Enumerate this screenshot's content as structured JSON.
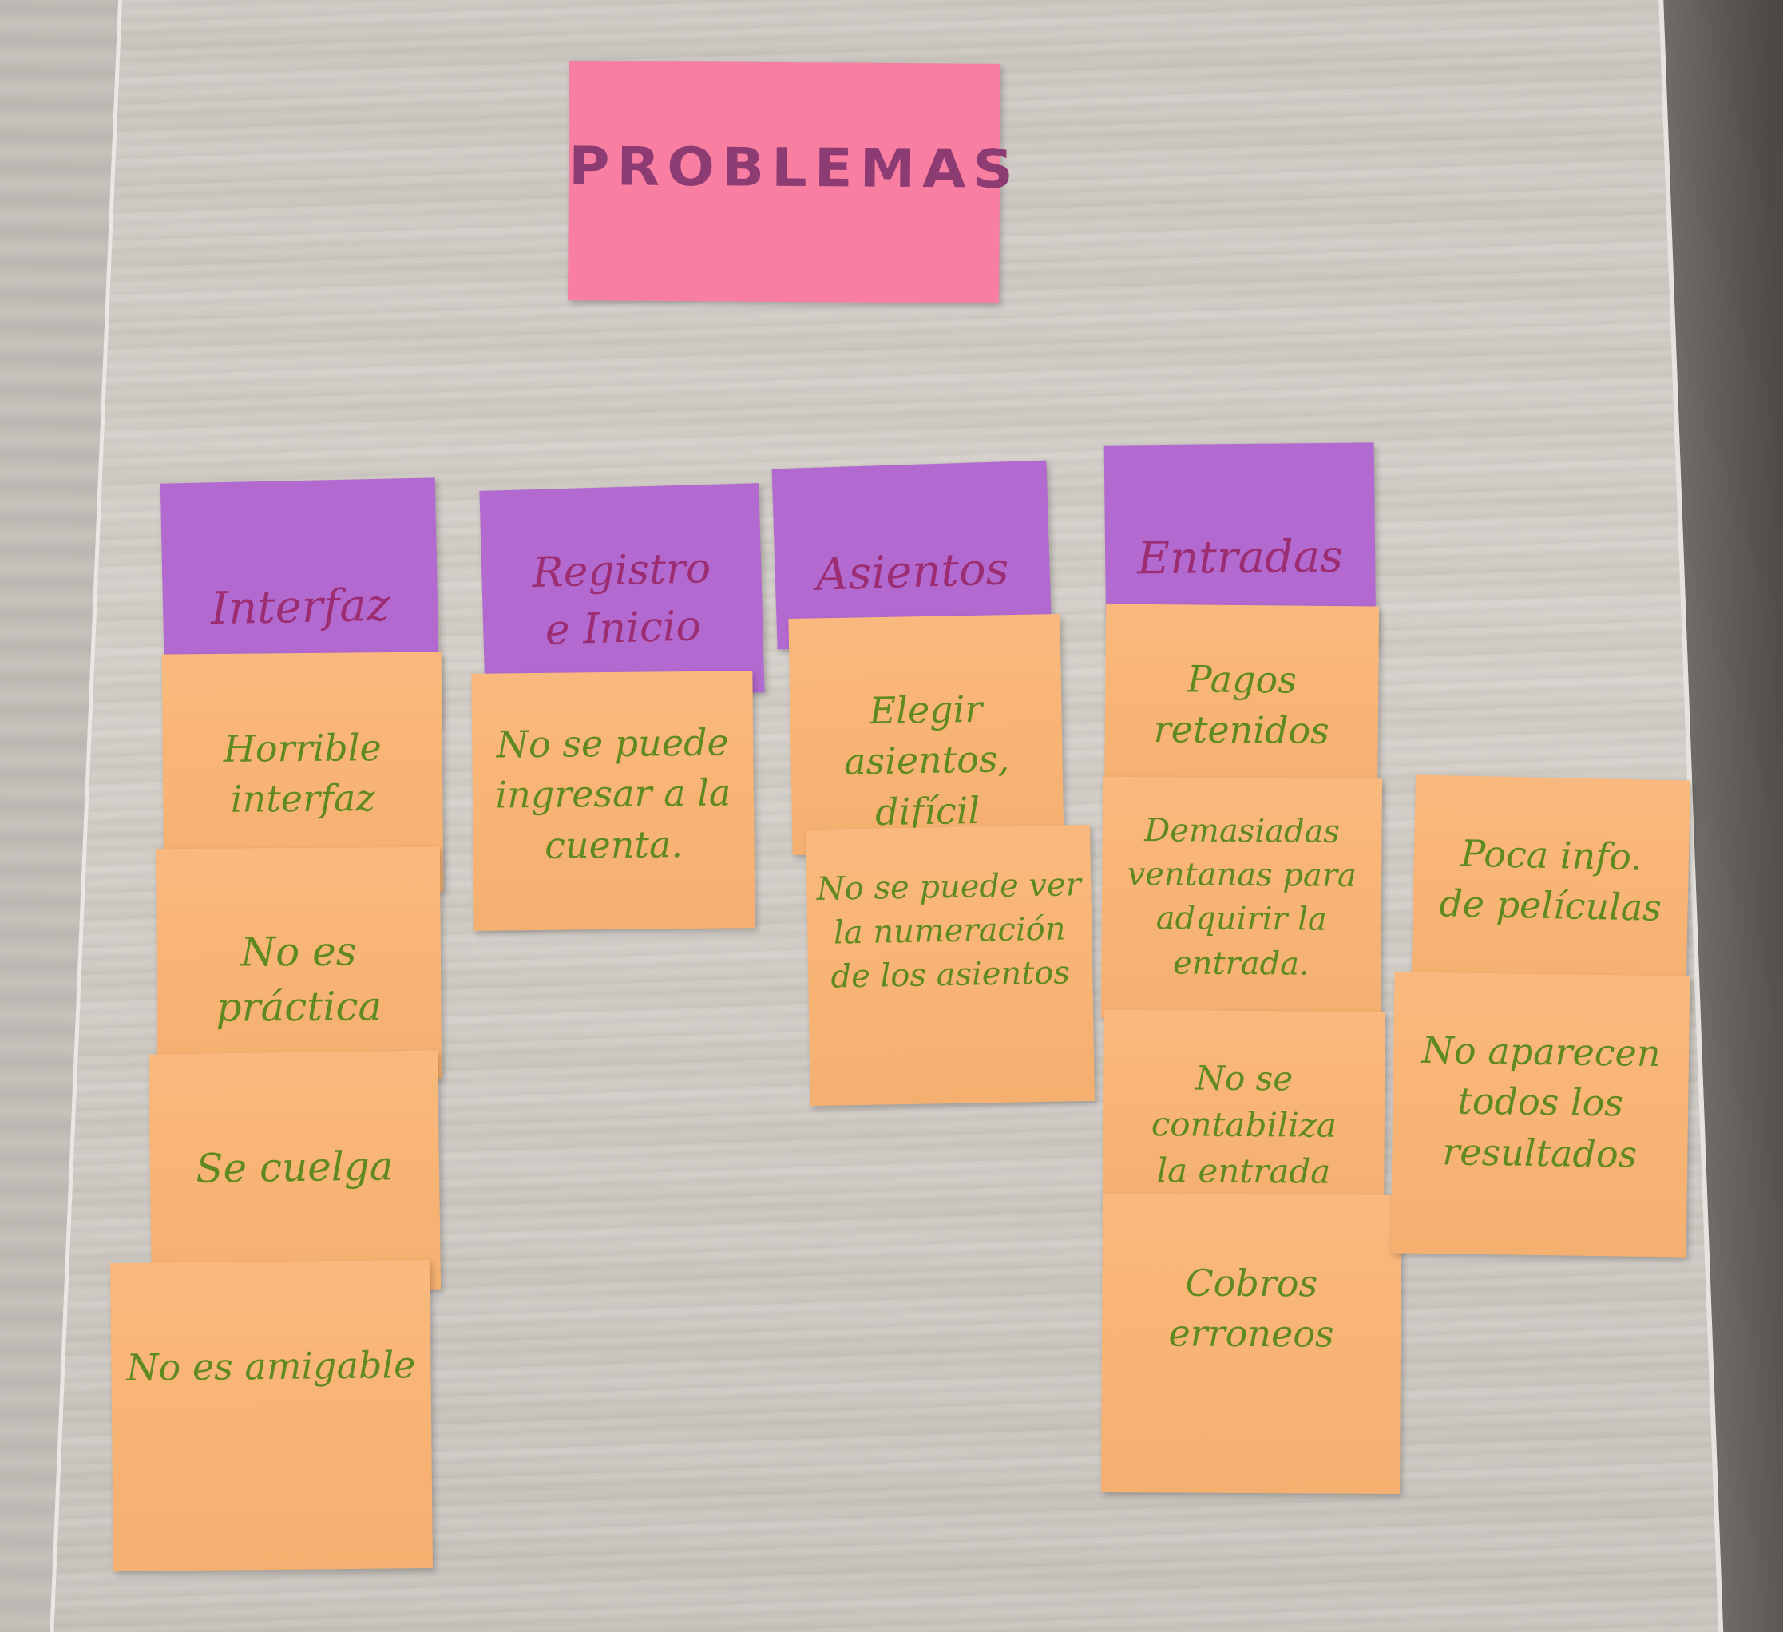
{
  "title": "PROBLEMAS",
  "categories": [
    {
      "label": "Interfaz",
      "issues": [
        "Horrible\ninterfaz",
        "No es\npráctica",
        "Se cuelga",
        "No es amigable"
      ]
    },
    {
      "label": "Registro\ne Inicio",
      "issues": [
        "No se puede\ningresar a la\ncuenta."
      ]
    },
    {
      "label": "Asientos",
      "issues": [
        "Elegir\nasientos,\ndifícil",
        "No se puede ver\nla numeración\nde los asientos"
      ]
    },
    {
      "label": "Entradas",
      "issues": [
        "Pagos\nretenidos",
        "Demasiadas\nventanas para\nadquirir la\nentrada.",
        "No se contabiliza\nla entrada",
        "Cobros\nerroneos"
      ]
    }
  ],
  "extra_issues": [
    "Poca info.\nde películas",
    "No aparecen\ntodos los\nresultados"
  ],
  "colors": {
    "title_card": "#f87ea2",
    "category_note": "#b36ad0",
    "issue_note": "#f9b576",
    "title_ink": "#8c3b73",
    "category_ink": "#9c2d72",
    "issue_ink": "#5f8a1f",
    "board": "#d2cdc7"
  }
}
